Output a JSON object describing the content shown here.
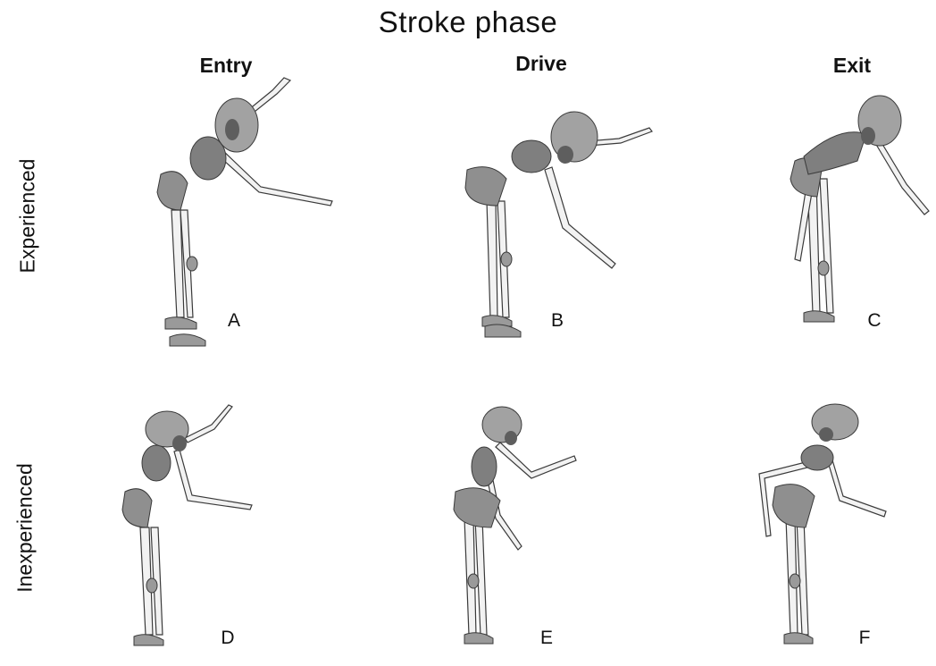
{
  "title": "Stroke phase",
  "columns": [
    "Entry",
    "Drive",
    "Exit"
  ],
  "rows": [
    "Experienced",
    "Inexperienced"
  ],
  "panels": [
    {
      "label": "A",
      "row": "Experienced",
      "phase": "Entry"
    },
    {
      "label": "B",
      "row": "Experienced",
      "phase": "Drive"
    },
    {
      "label": "C",
      "row": "Experienced",
      "phase": "Exit"
    },
    {
      "label": "D",
      "row": "Inexperienced",
      "phase": "Entry"
    },
    {
      "label": "E",
      "row": "Inexperienced",
      "phase": "Drive"
    },
    {
      "label": "F",
      "row": "Inexperienced",
      "phase": "Exit"
    }
  ],
  "colors": {
    "bone": "#9a9a9a",
    "shade": "#6e6e6e",
    "outline": "#3a3a3a",
    "limb": "#f2f2f2"
  }
}
